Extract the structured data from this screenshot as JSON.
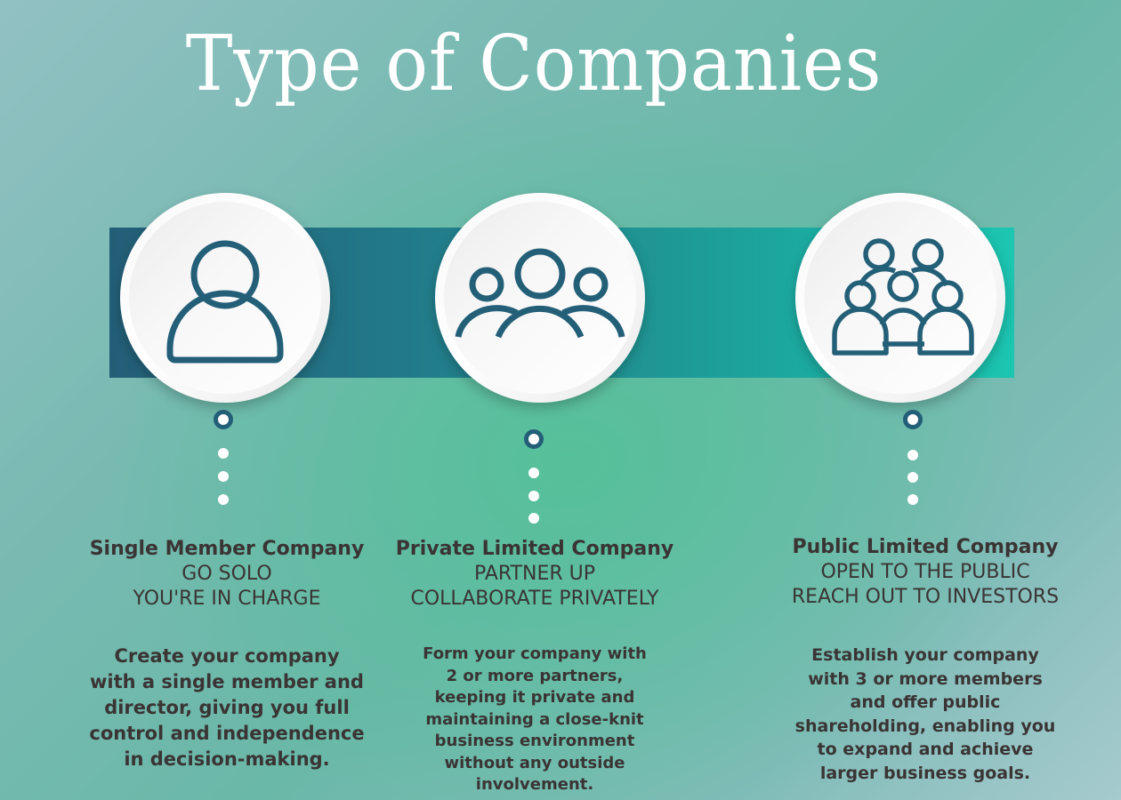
{
  "title": "Type of Companies",
  "colors": {
    "band_start": "#235e77",
    "band_end": "#1cc6b1",
    "icon_stroke": "#245f78",
    "text": "#3a3434",
    "title": "#ffffff"
  },
  "companies": [
    {
      "icon": "single-person-icon",
      "name": "Single Member Company",
      "taglines": [
        "GO SOLO",
        "YOU'RE IN CHARGE"
      ],
      "description_lines": [
        "Create your company",
        "with a single member and",
        "director, giving you full",
        "control and independence",
        "in decision-making."
      ]
    },
    {
      "icon": "group-of-three-icon",
      "name": "Private Limited Company",
      "taglines": [
        "PARTNER UP",
        "COLLABORATE PRIVATELY"
      ],
      "description_lines": [
        "Form your company with",
        "2 or more partners,",
        "keeping it private and",
        "maintaining a close-knit",
        "business environment",
        "without any outside",
        "involvement."
      ]
    },
    {
      "icon": "crowd-of-five-icon",
      "name": "Public Limited Company",
      "taglines": [
        "OPEN TO THE PUBLIC",
        "REACH OUT TO INVESTORS"
      ],
      "description_lines": [
        "Establish your company",
        "with 3 or more members",
        "and offer public",
        "shareholding, enabling you",
        "to expand and achieve",
        "larger business goals."
      ]
    }
  ]
}
